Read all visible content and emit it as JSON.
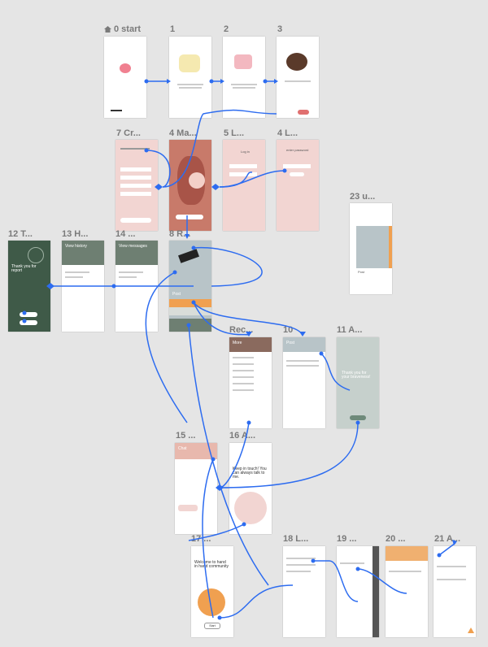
{
  "frames": {
    "f0": "0 start",
    "f1": "1",
    "f2": "2",
    "f3": "3",
    "f7": "7 Cr...",
    "f4ma": "4 Ma...",
    "f5l": "5 L...",
    "f4l": "4 L...",
    "f23": "23 u...",
    "f12": "12 T...",
    "f13": "13 H...",
    "f14": "14 ...",
    "f8": "8 R...",
    "frec": "Rec...",
    "f10": "10",
    "f11": "11 A...",
    "f15": "15 ...",
    "f16": "16 A...",
    "f17": "17 ...",
    "f18": "18 L...",
    "f19": "19 ...",
    "f20": "20 ...",
    "f21": "21 A..."
  },
  "screens": {
    "view_history": "View history",
    "view_messages": "View messages",
    "thank_you_report": "Thank you for report",
    "post": "Post",
    "more": "More",
    "thank_you_bravery": "Thank you for your braveness!",
    "chat": "Chat",
    "keep_in_touch": "Keep in touch! You can always talk to me.",
    "welcome": "Welcome to hand in hand community",
    "log_in": "Log in",
    "enter_password": "enter password",
    "start": "Start"
  },
  "colors": {
    "canvas": "#e5e5e5",
    "connector": "#2d6cf0",
    "pink": "#f2d5d2",
    "green": "#6e7f72",
    "salmon": "#e8b8ad",
    "orange": "#f0a050",
    "blue_grey": "#b8c4c8",
    "brown": "#8a6a5e"
  }
}
